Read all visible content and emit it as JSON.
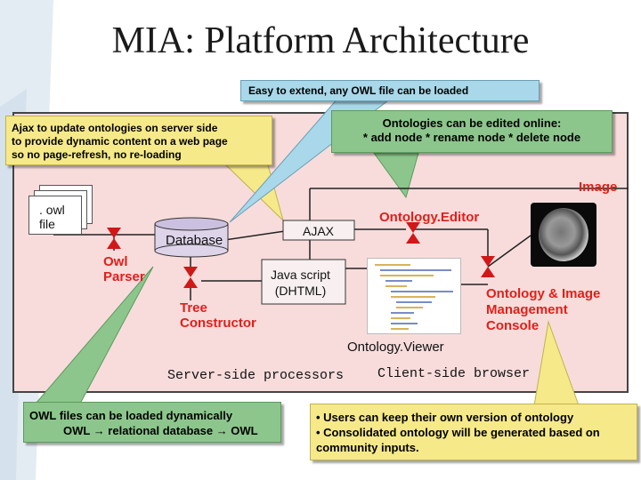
{
  "title": "MIA: Platform Architecture",
  "callouts": {
    "extend": "Easy to extend, any OWL file can be loaded",
    "ajax_line1": "Ajax to update ontologies on server side",
    "ajax_line2": "to provide dynamic content on a web page",
    "ajax_line3": "so no page-refresh, no re-loading",
    "edit_line1": "Ontologies can be edited online:",
    "edit_line2": "* add node * rename node * delete node",
    "owl_line1": "OWL files can be loaded dynamically",
    "owl_line2": "OWL → relational database → OWL",
    "users_line1": "• Users can keep their own version of ontology",
    "users_line2": "• Consolidated ontology will be generated based on",
    "users_line3": "community inputs."
  },
  "labels": {
    "owl_file": ". owl\nfile",
    "owl_parser": "Owl\nParser",
    "database": "Database",
    "ajax": "AJAX",
    "javascript": "Java script\n(DHTML)",
    "tree_constructor": "Tree\nConstructor",
    "ontology_editor": "Ontology.Editor",
    "image": "Image",
    "mgmt_console": "Ontology & Image\nManagement\nConsole",
    "ontology_viewer": "Ontology.Viewer",
    "server_side": "Server-side processors",
    "client_side": "Client-side browser"
  },
  "colors": {
    "panel": "#f8dcdc",
    "callout_blue": "#a8d8ea",
    "callout_green": "#8cc68c",
    "callout_yellow": "#f6e98a",
    "label_red": "#e0201a"
  }
}
